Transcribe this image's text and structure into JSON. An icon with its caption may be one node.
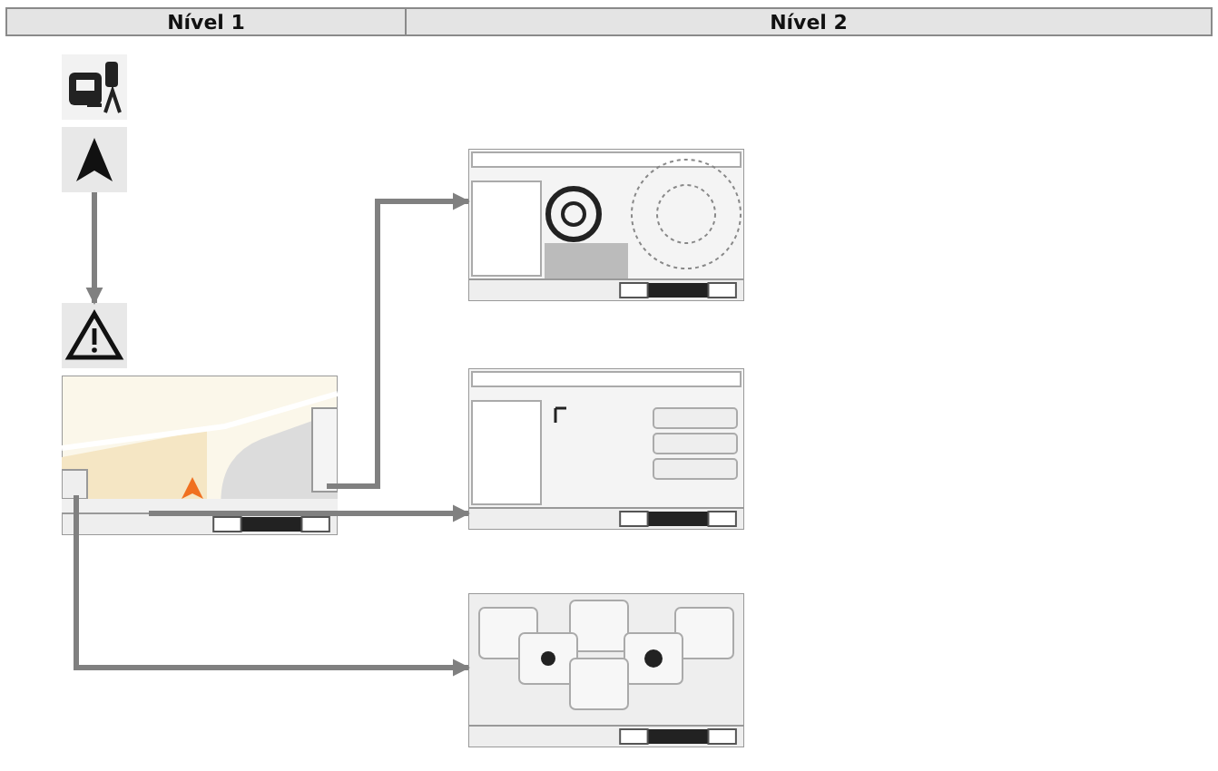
{
  "diagram": {
    "nodes": [
      {
        "text": [],
        "shape": "picture"
      },
      {
        "text": [],
        "shape": "picture"
      },
      {
        "text": [],
        "shape": "picture"
      },
      {
        "text": [],
        "shape": "picture"
      },
      {
        "text": [],
        "shape": "picture"
      },
      {
        "text": [],
        "shape": "picture"
      },
      {
        "text": [],
        "shape": "picture"
      }
    ],
    "edges": [
      {
        "from": 1,
        "to": 2,
        "arrow": "to"
      },
      {
        "from": 3,
        "to": 4,
        "arrow": "to"
      },
      {
        "from": 3,
        "to": 5,
        "arrow": "to"
      },
      {
        "from": 3,
        "to": 6,
        "arrow": "to"
      }
    ],
    "labels": [
      "Nível 1",
      "Nível 2"
    ]
  }
}
